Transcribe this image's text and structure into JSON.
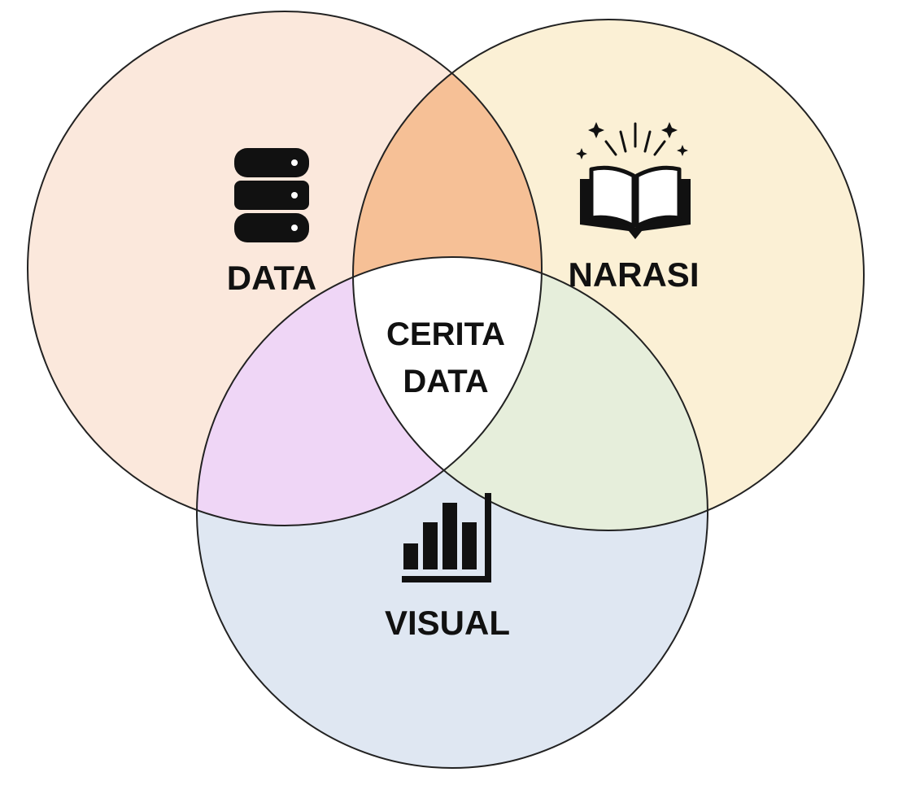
{
  "diagram": {
    "sets": [
      {
        "id": "data",
        "label": "DATA",
        "icon": "database-icon",
        "color": "#fbe8dc"
      },
      {
        "id": "narasi",
        "label": "NARASI",
        "icon": "open-book-icon",
        "color": "#fbf0d5"
      },
      {
        "id": "visual",
        "label": "VISUAL",
        "icon": "bar-chart-icon",
        "color": "#dfe7f2"
      }
    ],
    "overlaps": {
      "data_narasi": {
        "color": "#f6c096"
      },
      "data_visual": {
        "color": "#efd6f6"
      },
      "narasi_visual": {
        "color": "#e6eedb"
      },
      "center": {
        "color": "#ffffff"
      }
    },
    "center_label": {
      "line1": "CERITA",
      "line2": "DATA"
    },
    "outline_color": "#222222",
    "text_color": "#111111"
  }
}
